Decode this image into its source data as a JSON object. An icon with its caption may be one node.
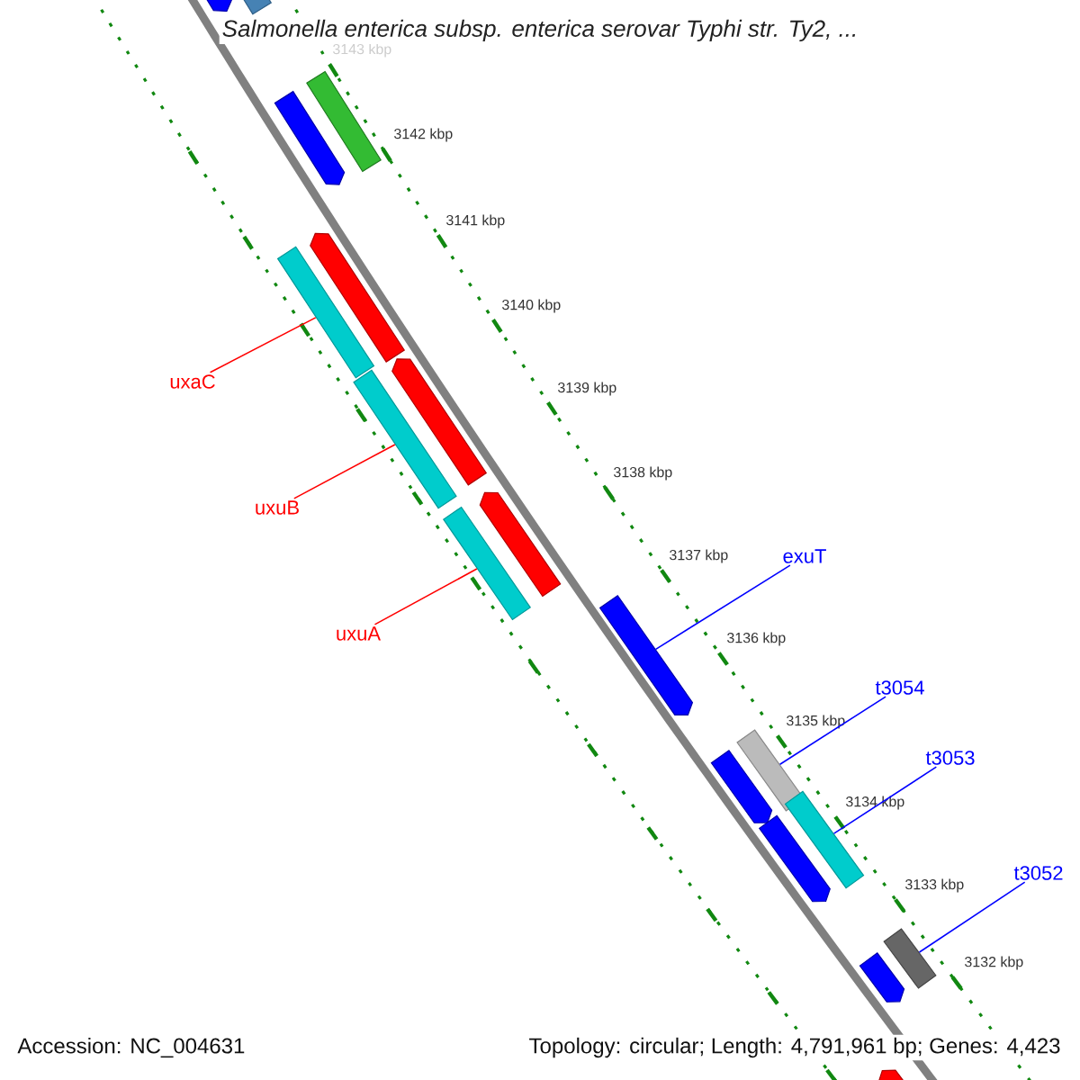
{
  "diagram": {
    "title": "Salmonella enterica subsp. enterica serovar Typhi str. Ty2, ...",
    "nodes": [
      {
        "text": [],
        "shape": "bar"
      },
      {
        "text": [],
        "shape": "bar"
      },
      {
        "text": [],
        "shape": "bar"
      },
      {
        "text": [],
        "shape": "bar"
      },
      {
        "text": [],
        "shape": "bar"
      },
      {
        "text": [],
        "shape": "bar"
      },
      {
        "text": [
          "uxaC"
        ]
      },
      {
        "text": [],
        "shape": "bar"
      },
      {
        "text": [],
        "shape": "bar"
      },
      {
        "text": [
          "uxuB"
        ]
      },
      {
        "text": [],
        "shape": "bar"
      },
      {
        "text": [],
        "shape": "bar"
      },
      {
        "text": [
          "uxuA"
        ]
      },
      {
        "text": [
          "exuT"
        ]
      },
      {
        "text": [],
        "shape": "bar"
      },
      {
        "text": [
          "t3054"
        ]
      },
      {
        "text": [],
        "shape": "bar"
      },
      {
        "text": [],
        "shape": "bar"
      },
      {
        "text": [
          "t3053"
        ]
      },
      {
        "text": [],
        "shape": "bar"
      },
      {
        "text": [],
        "shape": "bar"
      },
      {
        "text": [
          "t3052"
        ]
      },
      {
        "text": [],
        "shape": "bar"
      },
      {
        "text": [],
        "shape": "bar"
      },
      {
        "text": [],
        "shape": "bar"
      }
    ],
    "edges": [
      {
        "from": 6,
        "to": 5,
        "arrow": "none",
        "color": "#ff0000"
      },
      {
        "from": 9,
        "to": 8,
        "arrow": "none",
        "color": "#ff0000"
      },
      {
        "from": 12,
        "to": 11,
        "arrow": "none",
        "color": "#ff0000"
      },
      {
        "from": 13,
        "to": 14,
        "arrow": "none"
      },
      {
        "from": 15,
        "to": 16,
        "arrow": "none"
      },
      {
        "from": 18,
        "to": 19,
        "arrow": "none"
      },
      {
        "from": 21,
        "to": 22,
        "arrow": "none"
      }
    ],
    "labels": [
      "3143 kbp",
      "3142 kbp",
      "3141 kbp",
      "3140 kbp",
      "3139 kbp",
      "3138 kbp",
      "3137 kbp",
      "3136 kbp",
      "3135 kbp",
      "3134 kbp",
      "3133 kbp",
      "3132 kbp",
      "Accession: NC_004631",
      "Topology: circular; Length: 4,791,961 bp; Genes: 4,423"
    ]
  }
}
